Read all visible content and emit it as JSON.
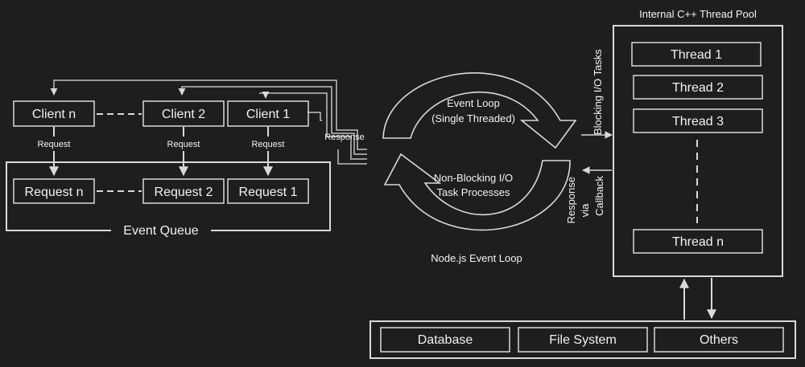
{
  "clients": [
    {
      "label": "Client n"
    },
    {
      "label": "Client 2"
    },
    {
      "label": "Client 1"
    }
  ],
  "request_label": "Request",
  "requests": [
    {
      "label": "Request n"
    },
    {
      "label": "Request 2"
    },
    {
      "label": "Request 1"
    }
  ],
  "event_queue_label": "Event Queue",
  "response_label": "Response",
  "event_loop": {
    "top_line1": "Event Loop",
    "top_line2": "(Single Threaded)",
    "bottom_line1": "Non-Blocking I/O",
    "bottom_line2": "Task Processes",
    "caption": "Node.js Event Loop"
  },
  "blocking_io_label": "Blocking I/O Tasks",
  "response_via_callback": {
    "line1": "Response",
    "line2": "via",
    "line3": "Callback"
  },
  "thread_pool": {
    "title": "Internal C++ Thread Pool",
    "threads": [
      {
        "label": "Thread 1"
      },
      {
        "label": "Thread 2"
      },
      {
        "label": "Thread 3"
      },
      {
        "label": "Thread n"
      }
    ]
  },
  "resources": [
    {
      "label": "Database"
    },
    {
      "label": "File System"
    },
    {
      "label": "Others"
    }
  ],
  "colors": {
    "background": "#1e1e1e",
    "stroke": "#d9d9d9",
    "text": "#f2f2f2"
  }
}
